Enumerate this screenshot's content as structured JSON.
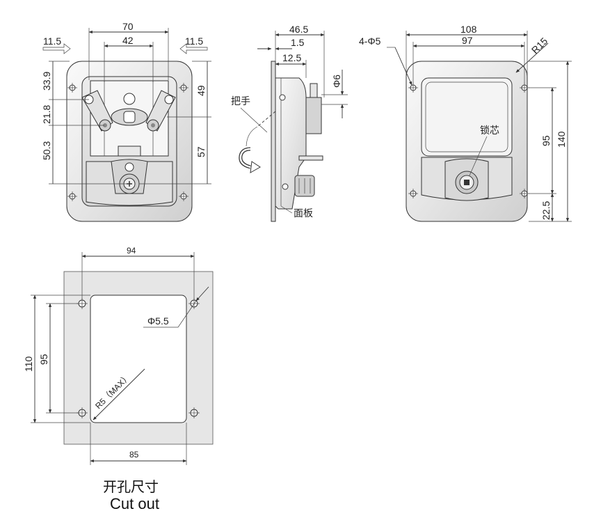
{
  "front_view": {
    "dim_width_outer": "70",
    "dim_width_inner": "42",
    "dim_left_offset": "11.5",
    "dim_right_offset": "11.5",
    "dim_top_left": "33.9",
    "dim_mid_left": "21.8",
    "dim_bottom_left": "50.3",
    "dim_top_right": "49",
    "dim_bottom_right": "57"
  },
  "side_view": {
    "dim_total": "46.5",
    "dim_thickness": "1.5",
    "dim_depth": "12.5",
    "dim_pin": "Φ6",
    "label_handle": "把手",
    "label_panel": "面板"
  },
  "back_view": {
    "dim_width_outer": "108",
    "dim_width_inner": "97",
    "dim_holes": "4-Φ5",
    "dim_radius": "R15",
    "dim_height_inner": "95",
    "dim_height_outer": "140",
    "dim_bottom": "22.5",
    "label_lock": "锁芯"
  },
  "cutout": {
    "dim_top": "94",
    "dim_bottom": "85",
    "dim_height_outer": "110",
    "dim_height_inner": "95",
    "dim_hole": "Φ5.5",
    "dim_radius": "R5（MAX）",
    "caption_cn": "开孔尺寸",
    "caption_en": "Cut out"
  },
  "colors": {
    "steel_light": "#f2f2f2",
    "steel_mid": "#dcdcdc",
    "steel_dark": "#a8a8a8",
    "line": "#333333",
    "cutout_fill": "#e6e6e6"
  }
}
